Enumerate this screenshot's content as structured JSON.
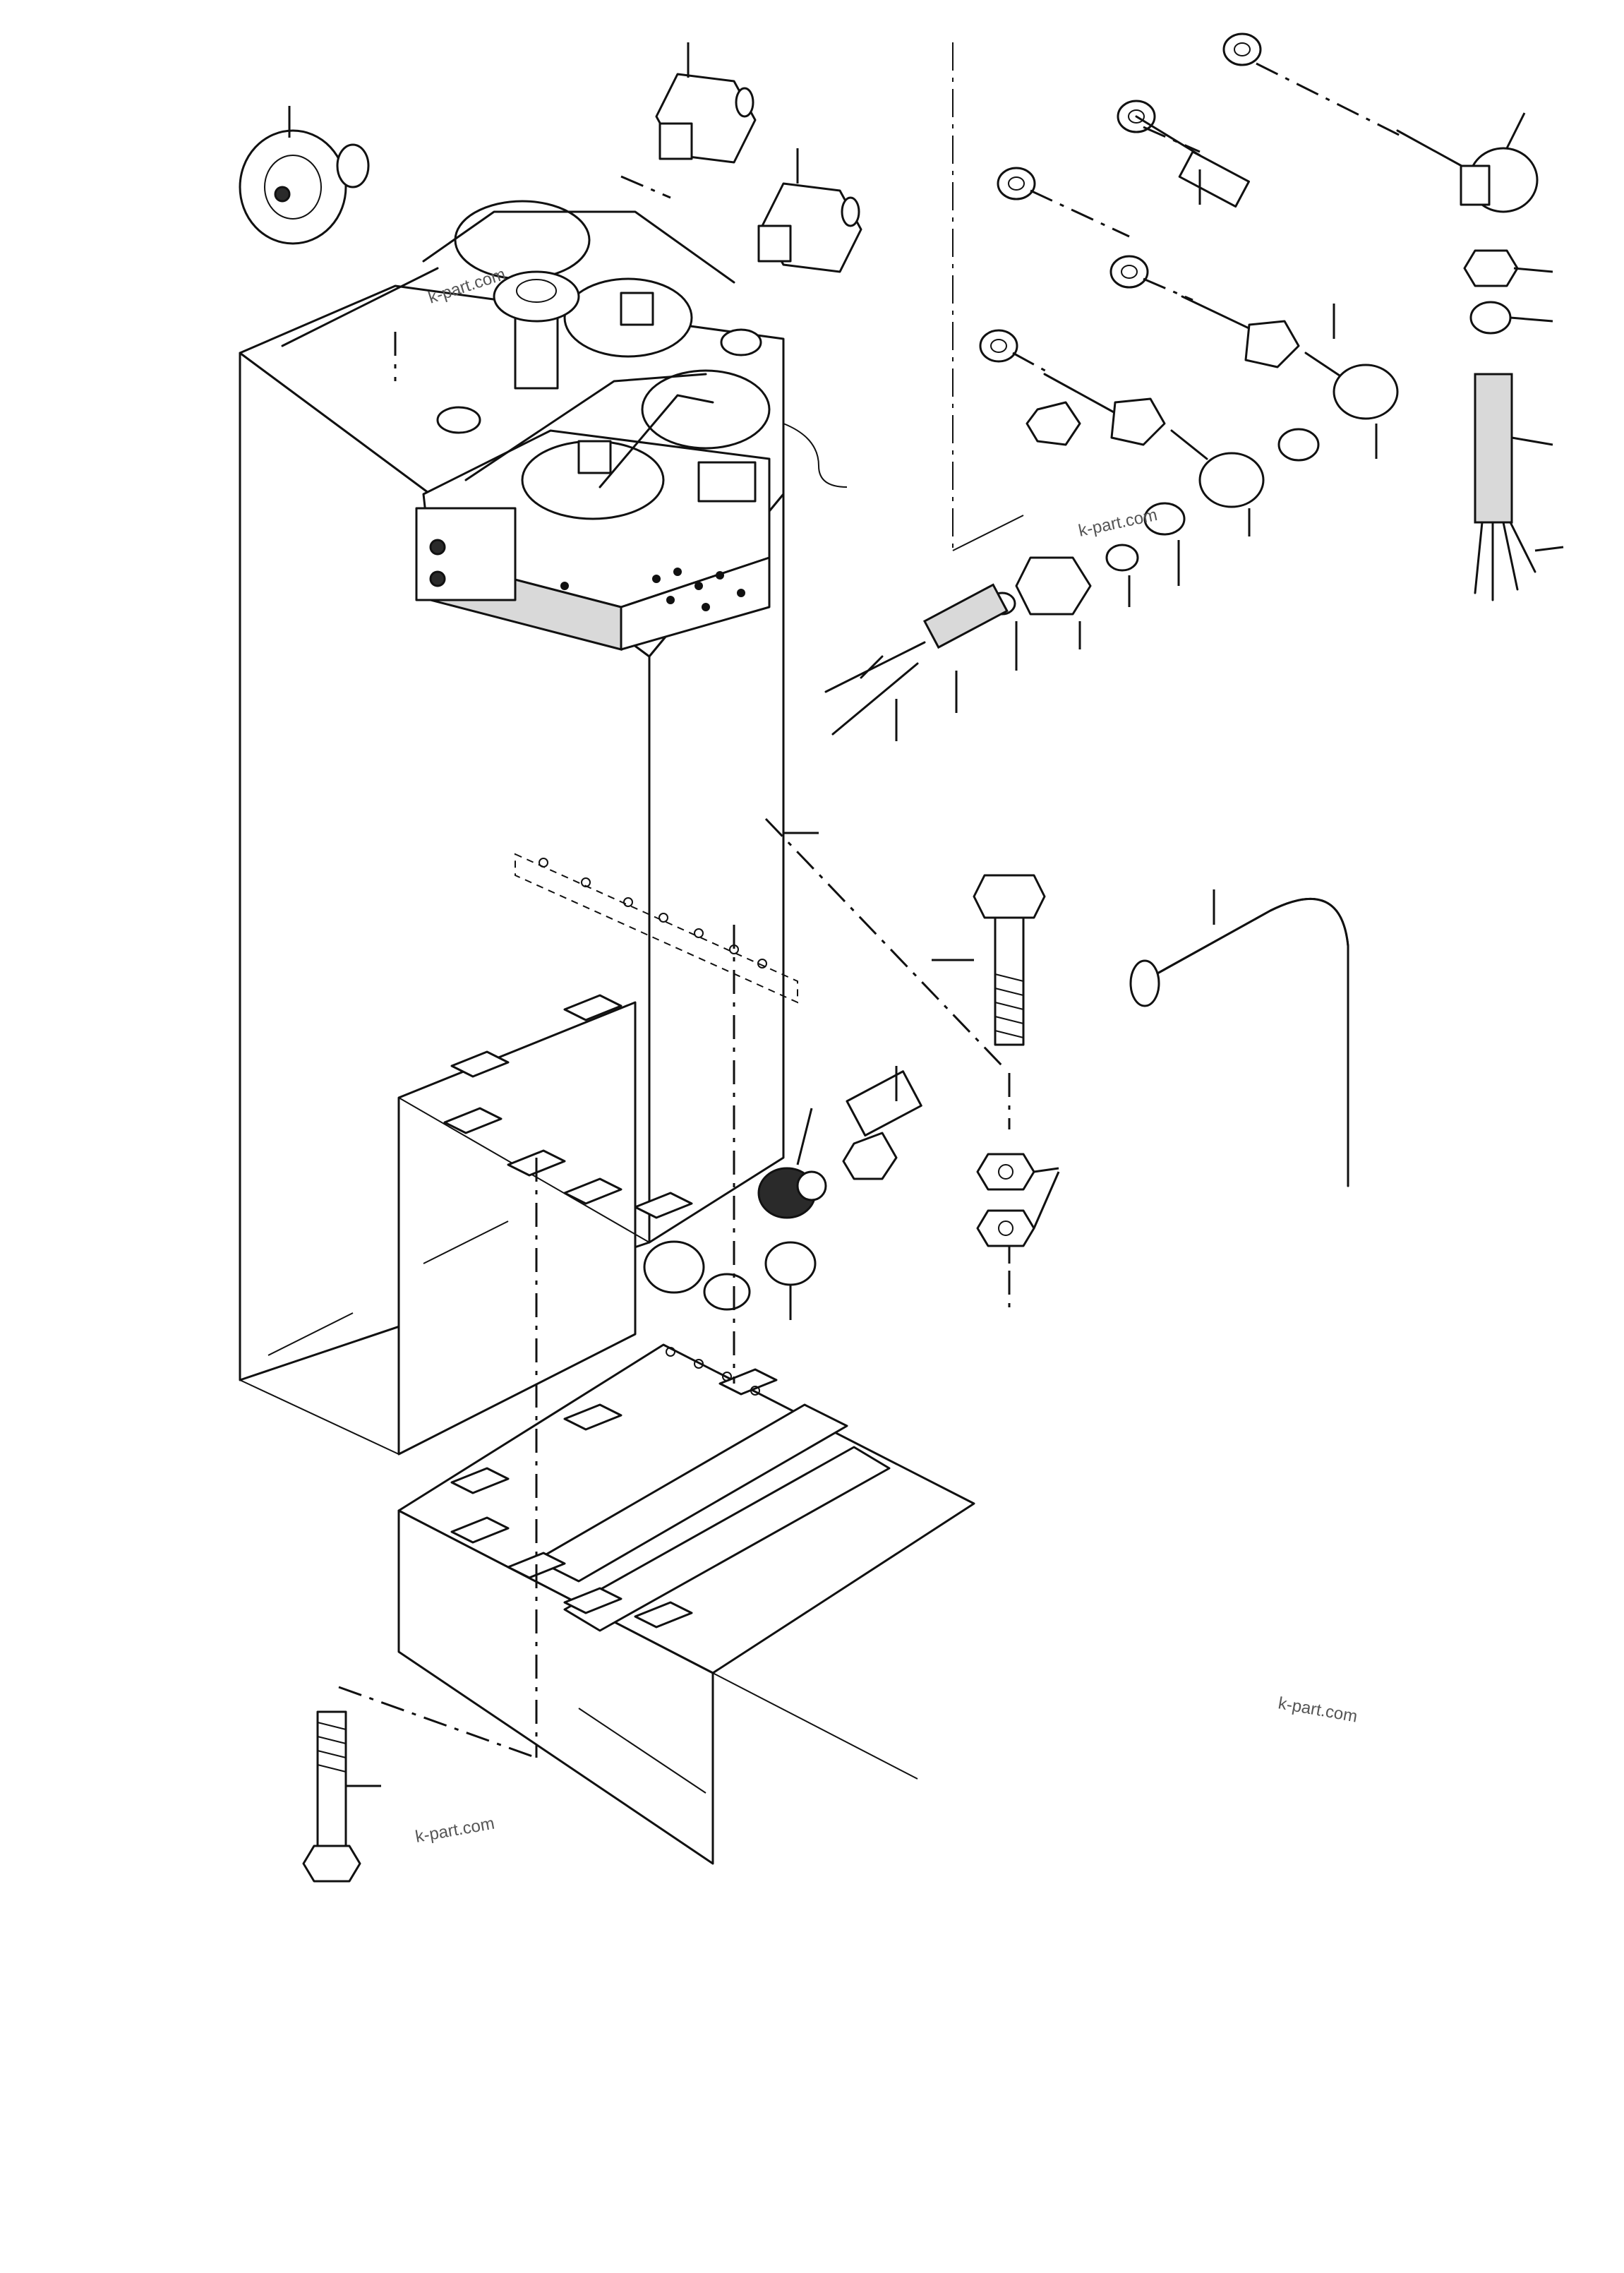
{
  "watermarks": {
    "top": "k-part.com",
    "middle": "k-part.com",
    "right": "k-part.com",
    "bottom": "k-part.com"
  },
  "colors": {
    "line": "#111111",
    "fill_light": "#ffffff",
    "fill_gray": "#d9d9d9",
    "fill_dark": "#2a2a2a",
    "watermark": "#555555"
  }
}
